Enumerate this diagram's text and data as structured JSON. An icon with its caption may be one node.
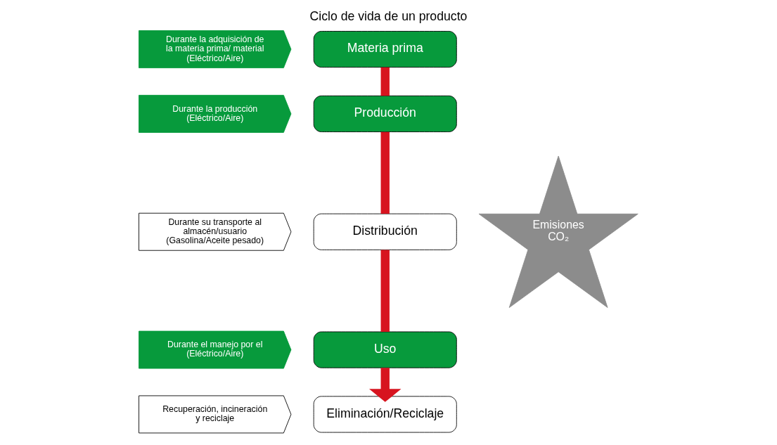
{
  "diagram": {
    "title": "Ciclo de vida de un producto",
    "nodes": [
      {
        "text": [
          "Materia prima"
        ]
      },
      {
        "text": [
          "Producción"
        ]
      },
      {
        "text": [
          "Distribución"
        ]
      },
      {
        "text": [
          "Uso"
        ]
      },
      {
        "text": [
          "Eliminación/Reciclaje"
        ]
      },
      {
        "text": [
          "Durante la adquisición de la materia prima/ material (Eléctrico/Aire)"
        ]
      },
      {
        "text": [
          "Durante la producción (Eléctrico/Aire)"
        ]
      },
      {
        "text": [
          "Durante su transporte al almacén/usuario (Gasolina/Aceite pesado)"
        ]
      },
      {
        "text": [
          "Durante el manejo por el (Eléctrico/Aire)"
        ]
      },
      {
        "text": [
          "Recuperación, incineración y reciclaje"
        ]
      },
      {
        "text": [
          "Emisiones CO₂"
        ]
      }
    ],
    "edges": [
      {
        "from": 0,
        "to": 1,
        "arrow": "none"
      },
      {
        "from": 1,
        "to": 2,
        "arrow": "none"
      },
      {
        "from": 2,
        "to": 3,
        "arrow": "none"
      },
      {
        "from": 3,
        "to": 4,
        "arrow": "to"
      }
    ]
  }
}
